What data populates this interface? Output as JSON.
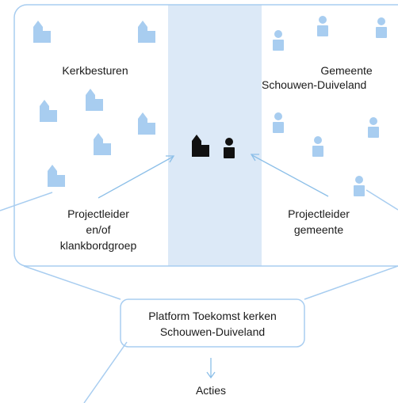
{
  "colors": {
    "accent": "#a8cdf0",
    "line": "#8cbfe8",
    "center_band": "#dce9f7",
    "panel_border": "#a8cdf0",
    "dark": "#111111"
  },
  "groups": {
    "left_title": "Kerkbesturen",
    "right_title_line1": "Gemeente",
    "right_title_line2": "Schouwen-Duiveland"
  },
  "roles": {
    "left_line1": "Projectleider",
    "left_line2": "en/of",
    "left_line3": "klankbordgroep",
    "right_line1": "Projectleider",
    "right_line2": "gemeente"
  },
  "platform": {
    "line1": "Platform Toekomst kerken",
    "line2": "Schouwen-Duiveland"
  },
  "actions_label": "Acties",
  "icons": {
    "church": "church-icon",
    "person": "person-icon"
  }
}
